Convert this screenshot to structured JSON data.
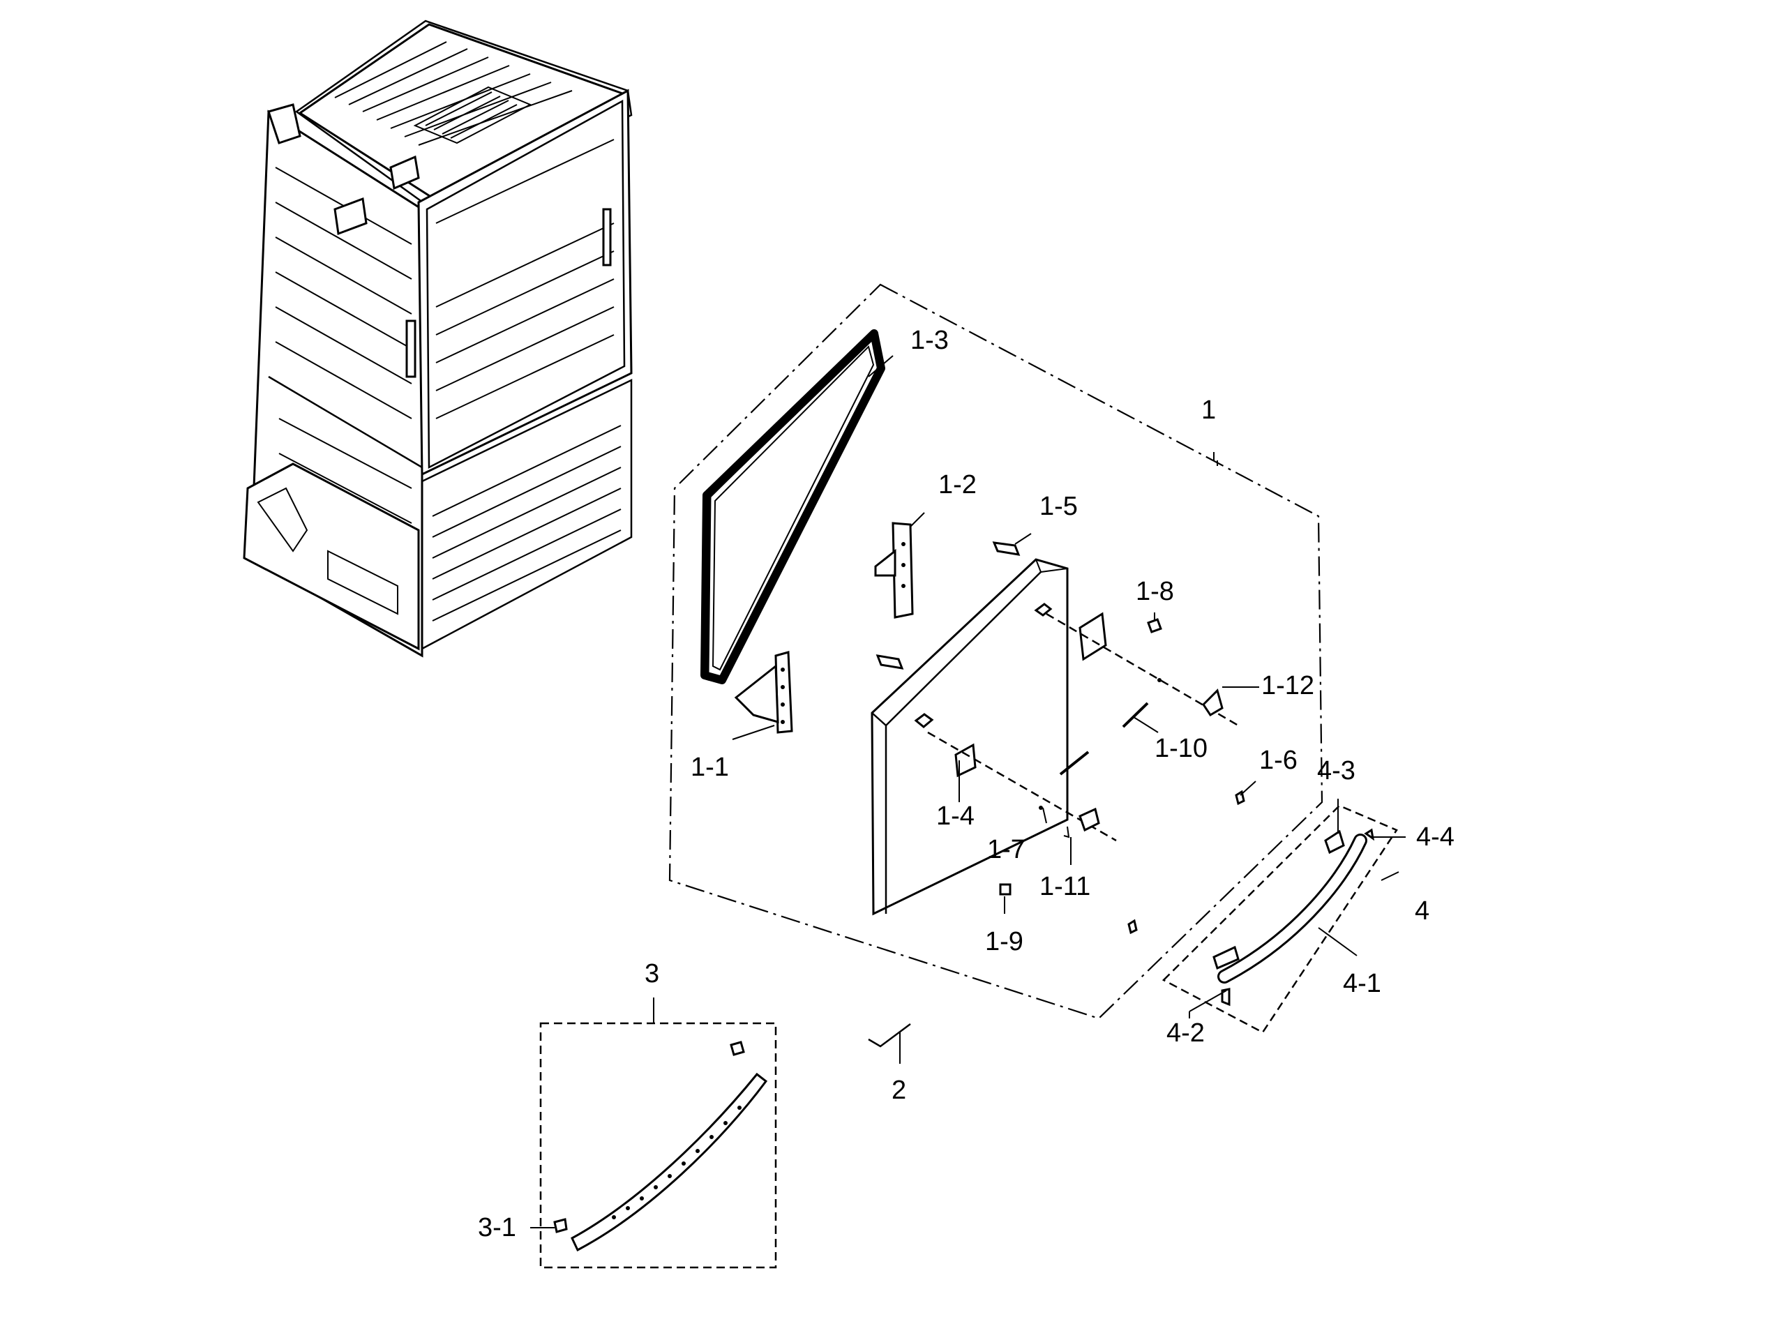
{
  "diagram": {
    "labels": {
      "l1": "1",
      "l1_1": "1-1",
      "l1_2": "1-2",
      "l1_3": "1-3",
      "l1_4": "1-4",
      "l1_5": "1-5",
      "l1_6": "1-6",
      "l1_7": "1-7",
      "l1_8": "1-8",
      "l1_9": "1-9",
      "l1_10": "1-10",
      "l1_11": "1-11",
      "l1_12": "1-12",
      "l2": "2",
      "l3": "3",
      "l3_1": "3-1",
      "l4": "4",
      "l4_1": "4-1",
      "l4_2": "4-2",
      "l4_3": "4-3",
      "l4_4": "4-4"
    }
  }
}
